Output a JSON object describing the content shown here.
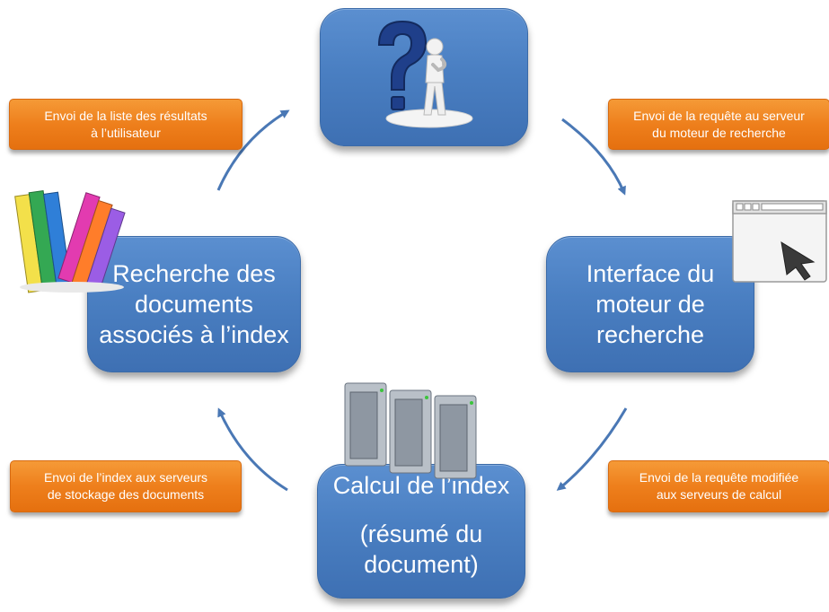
{
  "boxes": {
    "top": {
      "label": ""
    },
    "right": {
      "line1": "Interface du",
      "line2": "moteur de",
      "line3": "recherche"
    },
    "bottom": {
      "line1": "Calcul de l’index",
      "line2": "(résumé du",
      "line3": "document)"
    },
    "left": {
      "line1": "Recherche des",
      "line2": "documents",
      "line3": "associés à l’index"
    }
  },
  "tags": {
    "top_left": {
      "line1": "Envoi de la liste des résultats",
      "line2": "à l’utilisateur"
    },
    "top_right": {
      "line1": "Envoi de la requête au serveur",
      "line2": "du moteur de recherche"
    },
    "bottom_left": {
      "line1": "Envoi de l’index aux serveurs",
      "line2": "de stockage des documents"
    },
    "bottom_right": {
      "line1": "Envoi de la requête modifiée",
      "line2": "aux serveurs de calcul"
    }
  },
  "icons": [
    "question-mark-thinker-icon",
    "browser-cursor-icon",
    "server-rack-icon",
    "books-icon"
  ],
  "colors": {
    "box_fill": "#4a7fc2",
    "tag_fill": "#ee7f1c",
    "arrow": "#4a78b5"
  }
}
